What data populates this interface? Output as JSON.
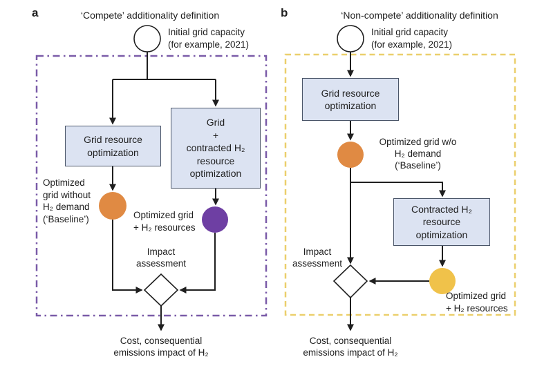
{
  "colors": {
    "orange": "#E08A43",
    "purple": "#6E3FA3",
    "yellow": "#F0C24A",
    "purple_border": "#7A5BA8",
    "yellow_border": "#EBCF6C",
    "box_fill": "#DCE3F2",
    "box_border": "#4A5568",
    "line": "#1F1F1F"
  },
  "panel_a": {
    "label": "a",
    "title": "‘Compete’ additionality definition",
    "start_label": "Initial grid capacity\n(for example, 2021)",
    "box_grid": "Grid resource\noptimization",
    "box_grid_h2": "Grid\n+\ncontracted H₂\nresource\noptimization",
    "baseline_label": "Optimized\ngrid without\nH₂ demand\n(‘Baseline’)",
    "optimized_label": "Optimized grid\n+ H₂ resources",
    "impact_label": "Impact\nassessment",
    "output_label": "Cost, consequential\nemissions impact of H₂"
  },
  "panel_b": {
    "label": "b",
    "title": "‘Non-compete’ additionality definition",
    "start_label": "Initial grid capacity\n(for example, 2021)",
    "box_grid": "Grid resource\noptimization",
    "baseline_label": "Optimized grid w/o\nH₂ demand\n(‘Baseline’)",
    "box_contracted": "Contracted H₂\nresource\noptimization",
    "impact_label": "Impact\nassessment",
    "optimized_label": "Optimized grid\n+ H₂ resources",
    "output_label": "Cost, consequential\nemissions impact of H₂"
  }
}
